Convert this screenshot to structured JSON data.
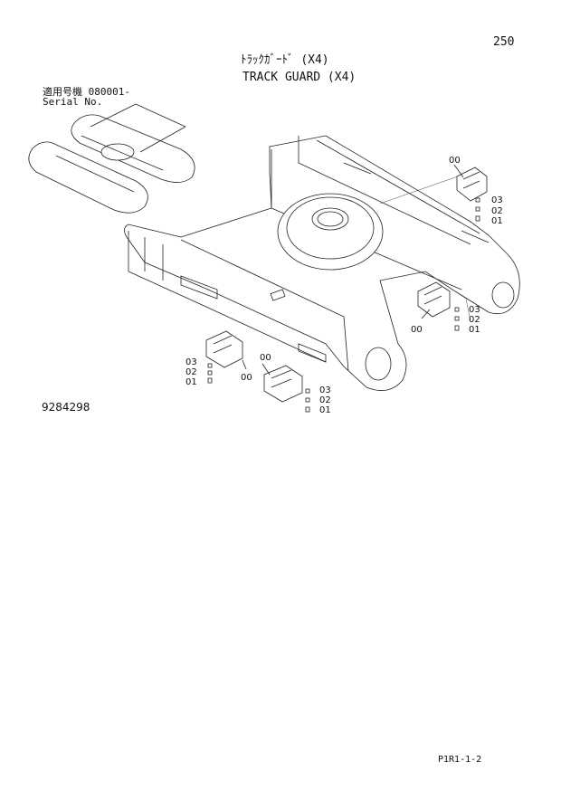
{
  "page_number": "250",
  "title_jp": "ﾄﾗｯｸｶﾞｰﾄﾞ (X4)",
  "title_en": "TRACK GUARD (X4)",
  "serial_jp": "適用号機 080001-",
  "serial_en": "Serial No.",
  "drawing_number": "9284298",
  "footer_code": "P1R1-1-2",
  "callouts": {
    "group1": {
      "part": "00",
      "a": "03",
      "b": "02",
      "c": "01"
    },
    "group2": {
      "part": "00",
      "a": "03",
      "b": "02",
      "c": "01"
    },
    "group3": {
      "part": "00",
      "a": "03",
      "b": "02",
      "c": "01"
    },
    "group4": {
      "part": "00",
      "a": "03",
      "b": "02",
      "c": "01"
    }
  }
}
